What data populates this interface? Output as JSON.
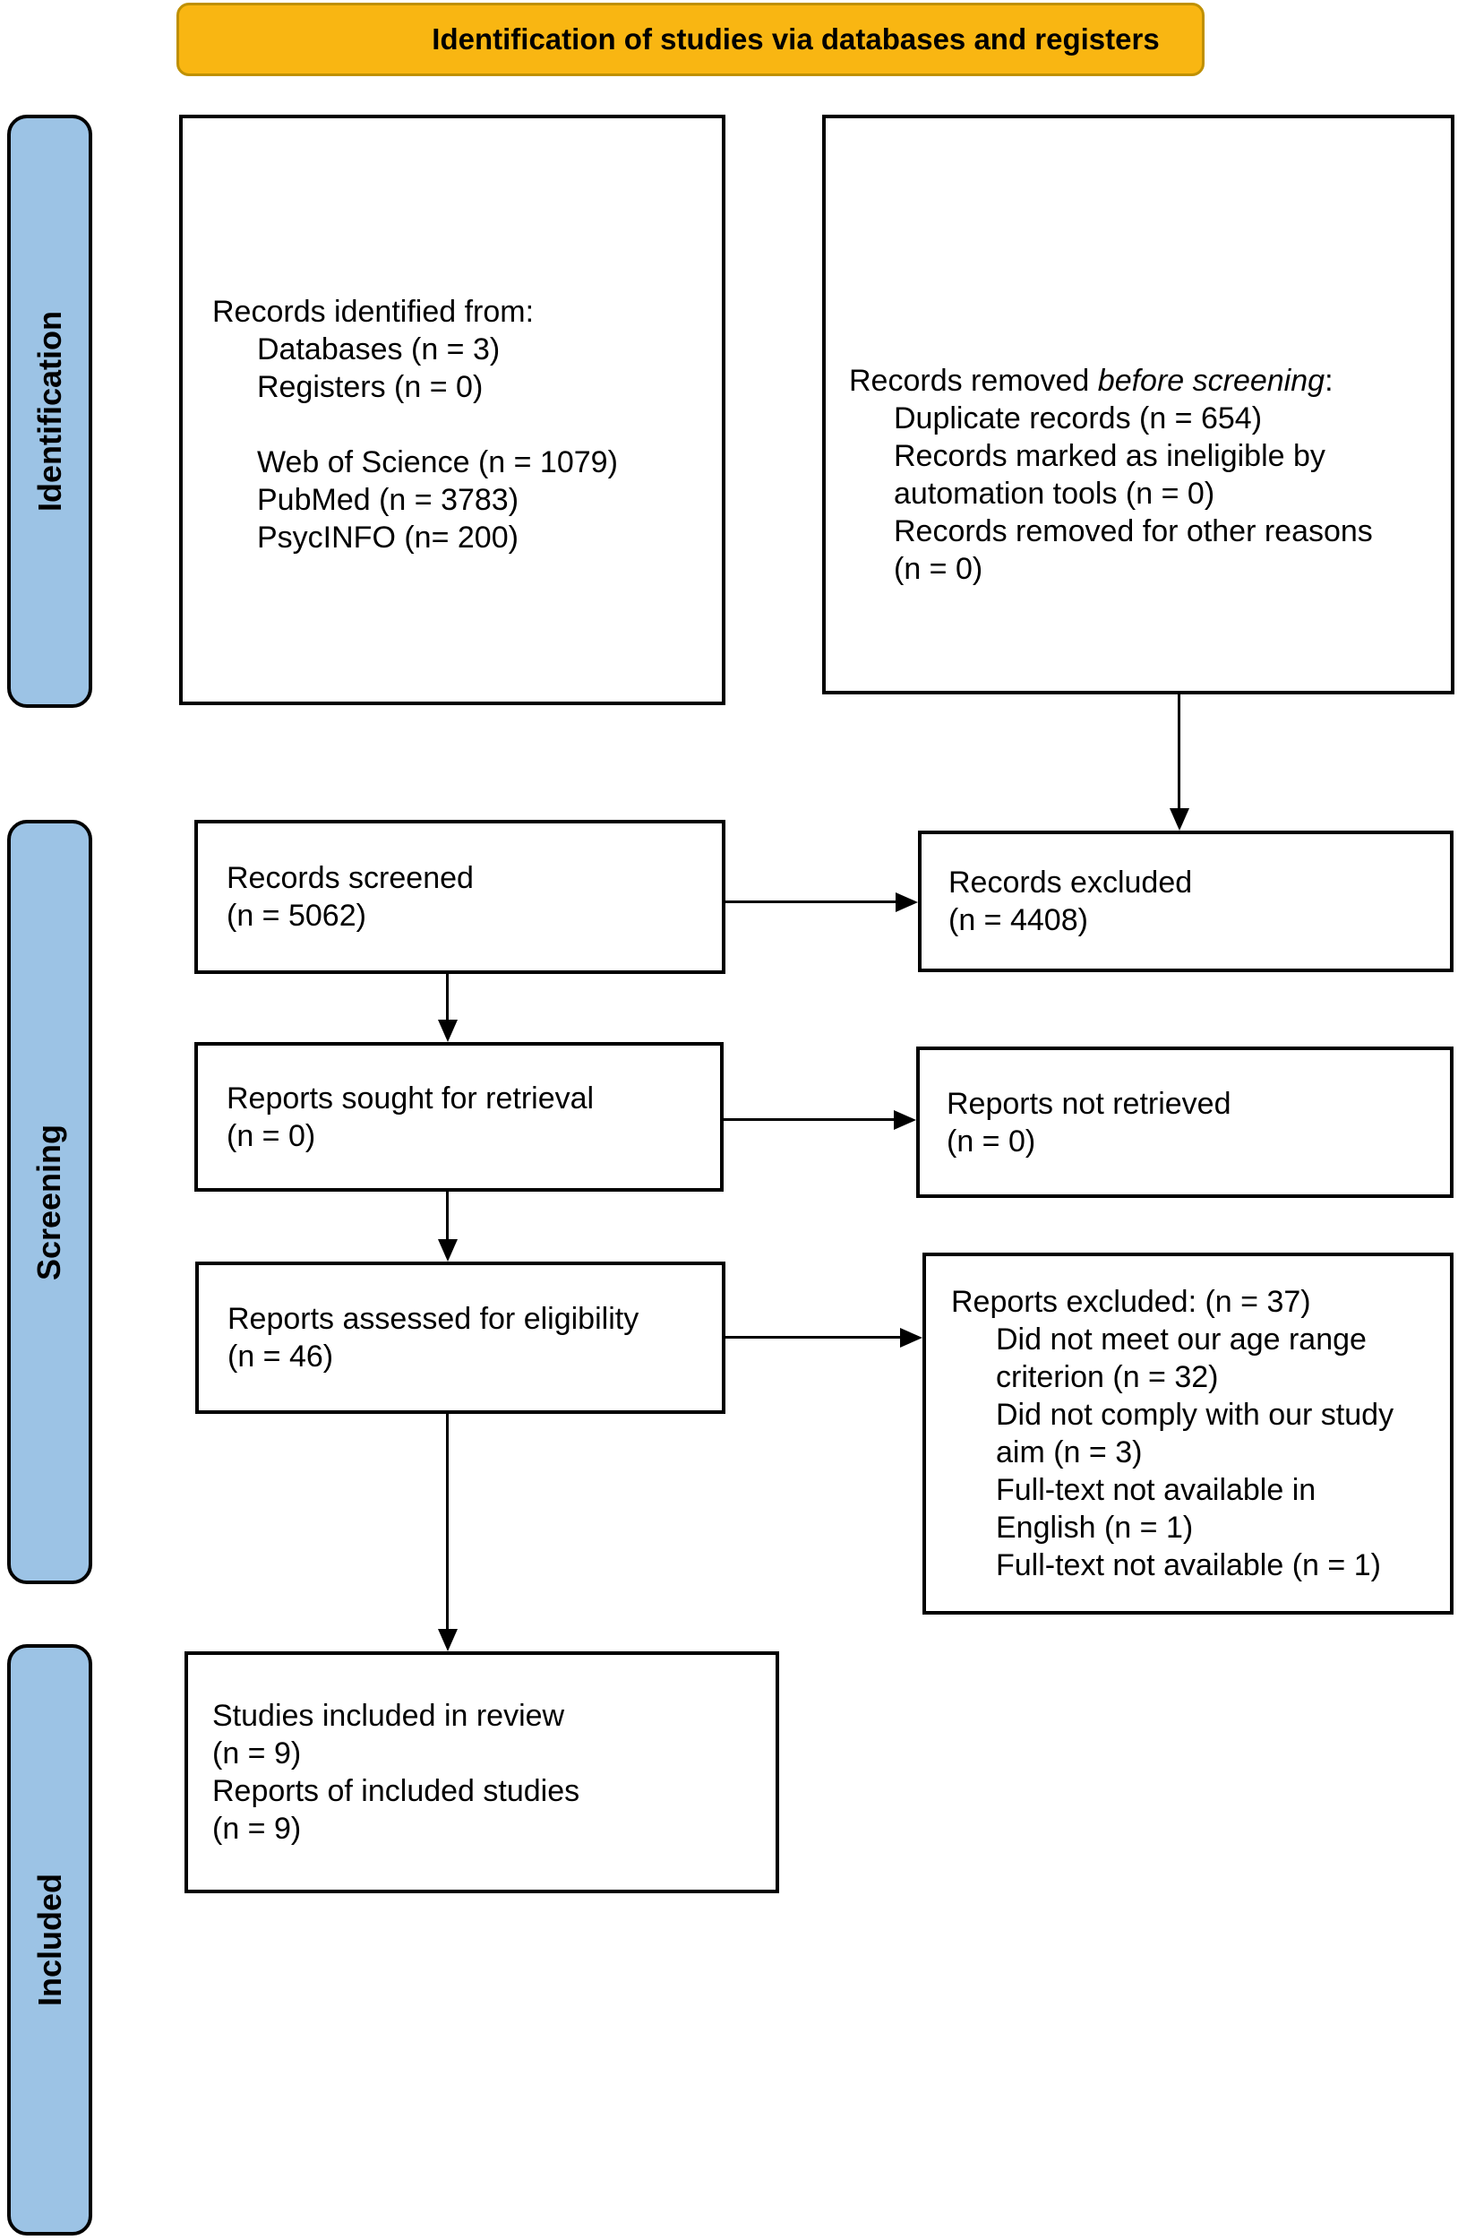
{
  "banner": {
    "title": "Identification of studies via databases and registers"
  },
  "sidebar": {
    "identification": "Identification",
    "screening": "Screening",
    "included": "Included"
  },
  "colors": {
    "banner_fill": "#F9B612",
    "banner_border": "#BF9000",
    "sidebar_fill": "#9CC3E5",
    "box_border": "#000000",
    "background": "#FFFFFF"
  },
  "boxes": {
    "records_identified": {
      "l0": "Records identified from:",
      "l1": "Databases (n = 3)",
      "l2": "Registers (n = 0)",
      "l3": " ",
      "l4": "Web of Science (n = 1079)",
      "l5": "PubMed (n = 3783)",
      "l6": "PsycINFO (n= 200)"
    },
    "records_removed": {
      "prefix": "Records removed ",
      "italic": "before screening",
      "suffix": ":",
      "l1": "Duplicate records (n = 654)",
      "l2": "Records marked as ineligible by",
      "l3": "automation tools (n = 0)",
      "l4": "Records removed for other reasons",
      "l5": "(n = 0)"
    },
    "records_screened": {
      "l0": "Records screened",
      "l1": "(n = 5062)"
    },
    "records_excluded": {
      "l0": "Records excluded",
      "l1": "(n = 4408)"
    },
    "reports_sought": {
      "l0": "Reports sought for retrieval",
      "l1": "(n = 0)"
    },
    "reports_not_retrieved": {
      "l0": "Reports not retrieved",
      "l1": "(n = 0)"
    },
    "reports_assessed": {
      "l0": "Reports assessed for eligibility",
      "l1": "(n = 46)"
    },
    "reports_excluded": {
      "l0": "Reports excluded: (n = 37)",
      "l1": "Did not meet our age range",
      "l2": "criterion (n = 32)",
      "l3": "Did not comply with our study",
      "l4": "aim (n = 3)",
      "l5": "Full-text not available in",
      "l6": "English (n = 1)",
      "l7": "Full-text not available (n = 1)"
    },
    "studies_included": {
      "l0": "Studies included in review",
      "l1": "(n = 9)",
      "l2": "Reports of included studies",
      "l3": "(n = 9)"
    }
  }
}
